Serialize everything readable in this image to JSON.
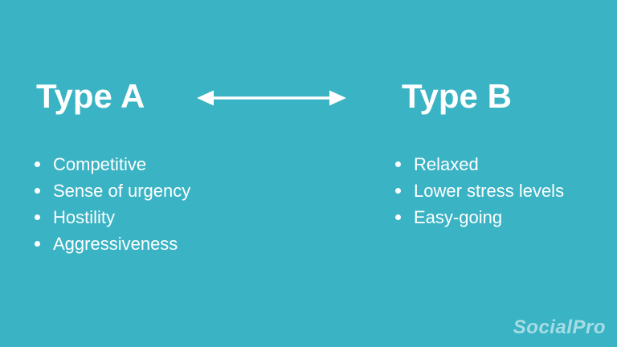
{
  "slide": {
    "background_color": "#3ab3c4",
    "text_color": "#ffffff",
    "watermark_color": "rgba(255,255,255,0.55)",
    "arrow_icon": "double-headed-arrow",
    "columns": {
      "a": {
        "heading": "Type A",
        "items": {
          "0": "Competitive",
          "1": "Sense of urgency",
          "2": "Hostility",
          "3": "Aggressiveness"
        }
      },
      "b": {
        "heading": "Type B",
        "items": {
          "0": "Relaxed",
          "1": "Lower stress levels",
          "2": "Easy-going"
        }
      }
    },
    "watermark": "SocialPro"
  }
}
